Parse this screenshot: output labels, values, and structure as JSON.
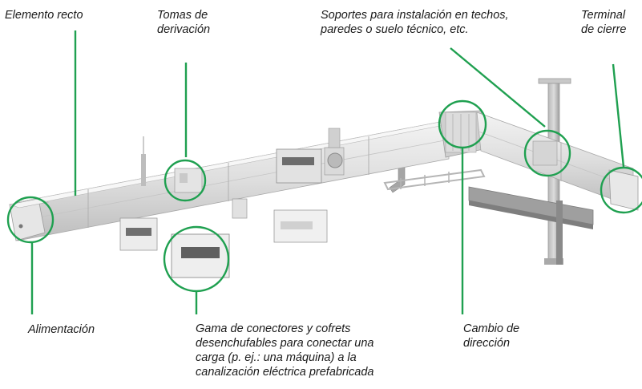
{
  "labels": {
    "straight_element": "Elemento recto",
    "tap_off_line1": "Tomas de",
    "tap_off_line2": "derivación",
    "supports_line1": "Soportes para instalación en techos,",
    "supports_line2": "paredes o suelo técnico, etc.",
    "end_cap_line1": "Terminal",
    "end_cap_line2": "de cierre",
    "power_feed": "Alimentación",
    "plugin_line1": "Gama de conectores y cofrets",
    "plugin_line2": "desenchufables para conectar una",
    "plugin_line3": "carga (p. ej.: una máquina) a la",
    "plugin_line4": "canalización eléctrica prefabricada",
    "direction_line1": "Cambio de",
    "direction_line2": "dirección"
  },
  "colors": {
    "callout": "#1fa050",
    "duct_light": "#e9e9e9",
    "duct_mid": "#cfcfcf",
    "duct_dark": "#9a9a9a",
    "bracket": "#8f8f8f"
  }
}
